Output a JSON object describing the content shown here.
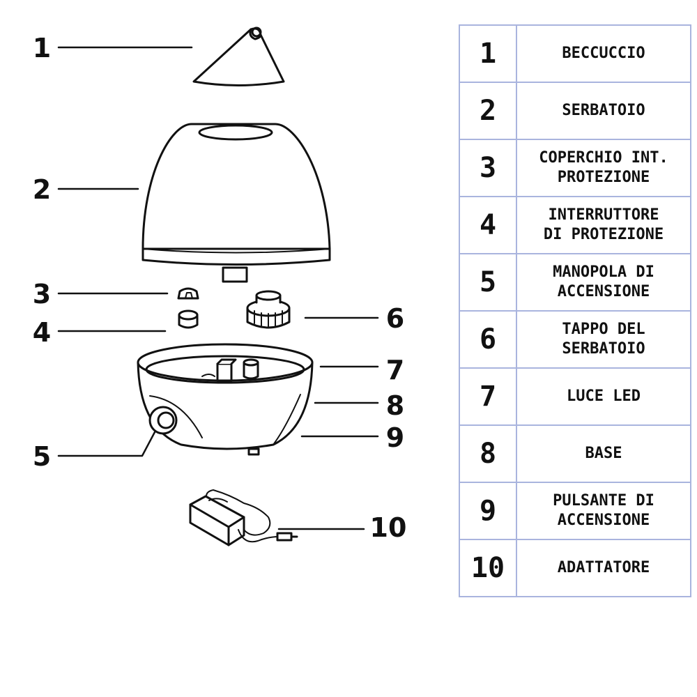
{
  "callouts": [
    "1",
    "2",
    "3",
    "4",
    "5",
    "6",
    "7",
    "8",
    "9",
    "10"
  ],
  "legend": [
    {
      "num": "1",
      "name": "BECCUCCIO"
    },
    {
      "num": "2",
      "name": "SERBATOIO"
    },
    {
      "num": "3",
      "name": "COPERCHIO INT.\nPROTEZIONE"
    },
    {
      "num": "4",
      "name": "INTERRUTTORE\nDI PROTEZIONE"
    },
    {
      "num": "5",
      "name": "MANOPOLA DI\nACCENSIONE"
    },
    {
      "num": "6",
      "name": "TAPPO DEL\nSERBATOIO"
    },
    {
      "num": "7",
      "name": "LUCE LED"
    },
    {
      "num": "8",
      "name": "BASE"
    },
    {
      "num": "9",
      "name": "PULSANTE DI\nACCENSIONE"
    },
    {
      "num": "10",
      "name": "ADATTATORE"
    }
  ],
  "colors": {
    "stroke": "#111111",
    "table_border": "#a9b4de"
  }
}
